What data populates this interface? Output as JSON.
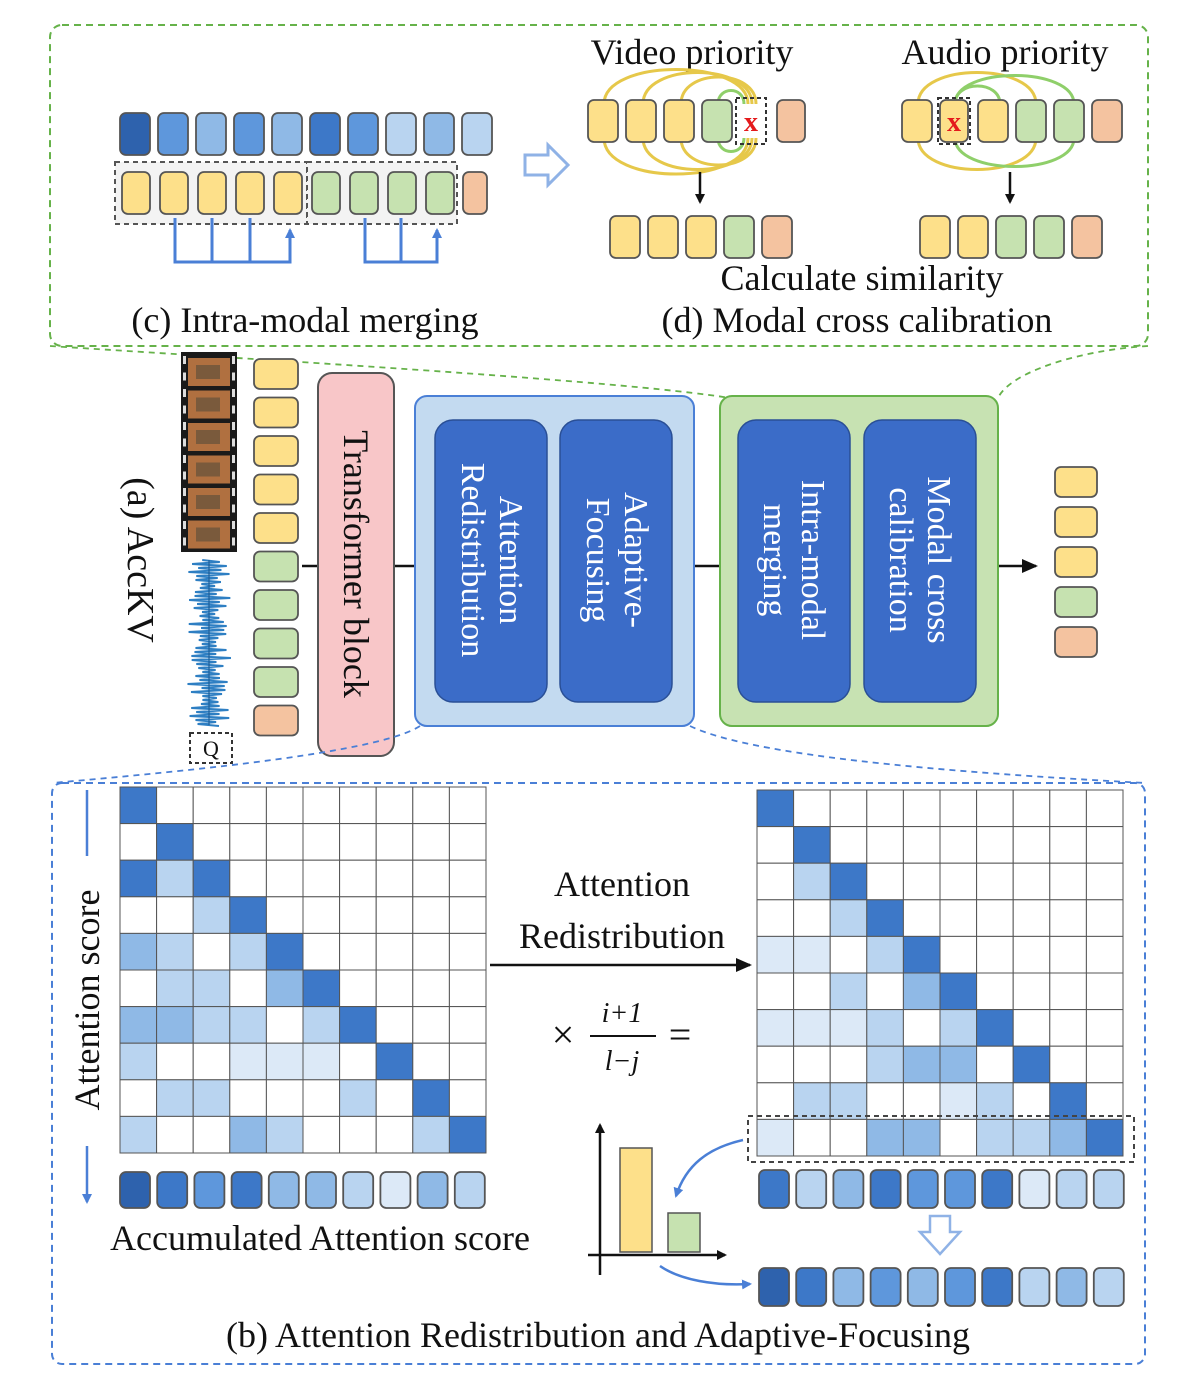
{
  "panel_c": {
    "caption": "(c) Intra-modal merging"
  },
  "panel_d": {
    "caption": "(d) Modal cross calibration",
    "video_label": "Video priority",
    "audio_label": "Audio priority",
    "similarity_label": "Calculate similarity",
    "removed_mark": "x"
  },
  "panel_a": {
    "label": "(a) AccKV",
    "query_label": "Q",
    "transformer_label": "Transformer block",
    "attention_redistribution_block": [
      "Attention",
      "Redistribution"
    ],
    "adaptive_focusing_block": [
      "Adaptive-",
      "Focusing"
    ],
    "intra_modal_block": [
      "Intra-modal",
      "merging"
    ],
    "modal_cross_block": [
      "Modal cross",
      "calibration"
    ]
  },
  "panel_b": {
    "caption": "(b) Attention Redistribution and Adaptive-Focusing",
    "attention_score_label": "Attention score",
    "accumulated_label": "Accumulated Attention score",
    "arrow_label": [
      "Attention",
      "Redistribution"
    ],
    "formula": {
      "times": "×",
      "numerator": "i+1",
      "denominator": "l−j",
      "equals": "="
    }
  },
  "colors": {
    "video_token": "#fde08a",
    "audio_token": "#c6e2b0",
    "query_token": "#f4c3a0",
    "panel_border_green": "#66b24a",
    "panel_border_blue": "#4a7fd6",
    "block_green": "#c7e2b2",
    "block_blue": "#c3daf0",
    "block_dark": "#3b6cc8",
    "transformer": "#f8c6c8",
    "removed_mark": "#e41a1c"
  }
}
